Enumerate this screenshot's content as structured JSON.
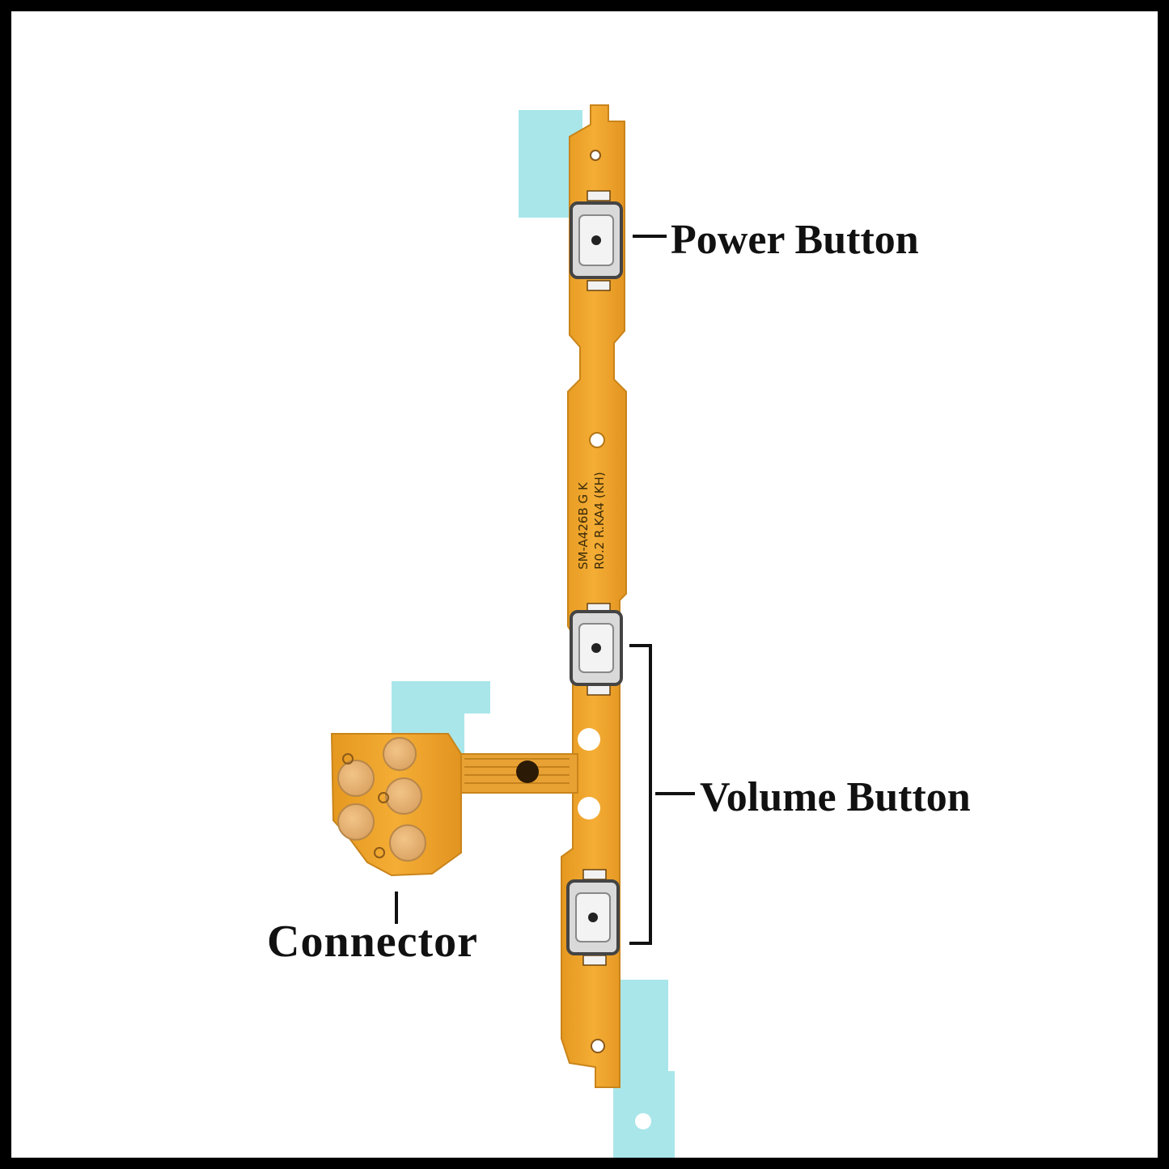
{
  "labels": {
    "power": "Power Button",
    "volume": "Volume Button",
    "connector": "Connector"
  },
  "pcb_markings": {
    "line1": "SM-A426B G K",
    "line2": "R0.2 R.KA4 (KH)"
  },
  "colors": {
    "flex_orange": "#f0a52a",
    "flex_edge": "#c9841a",
    "adhesive_blue": "#a9e6ea",
    "switch_body": "#d8d8d8",
    "callout_line": "#111111"
  },
  "icons": {
    "switch": "tactile-switch-icon",
    "mount_hole": "mount-hole-icon"
  }
}
